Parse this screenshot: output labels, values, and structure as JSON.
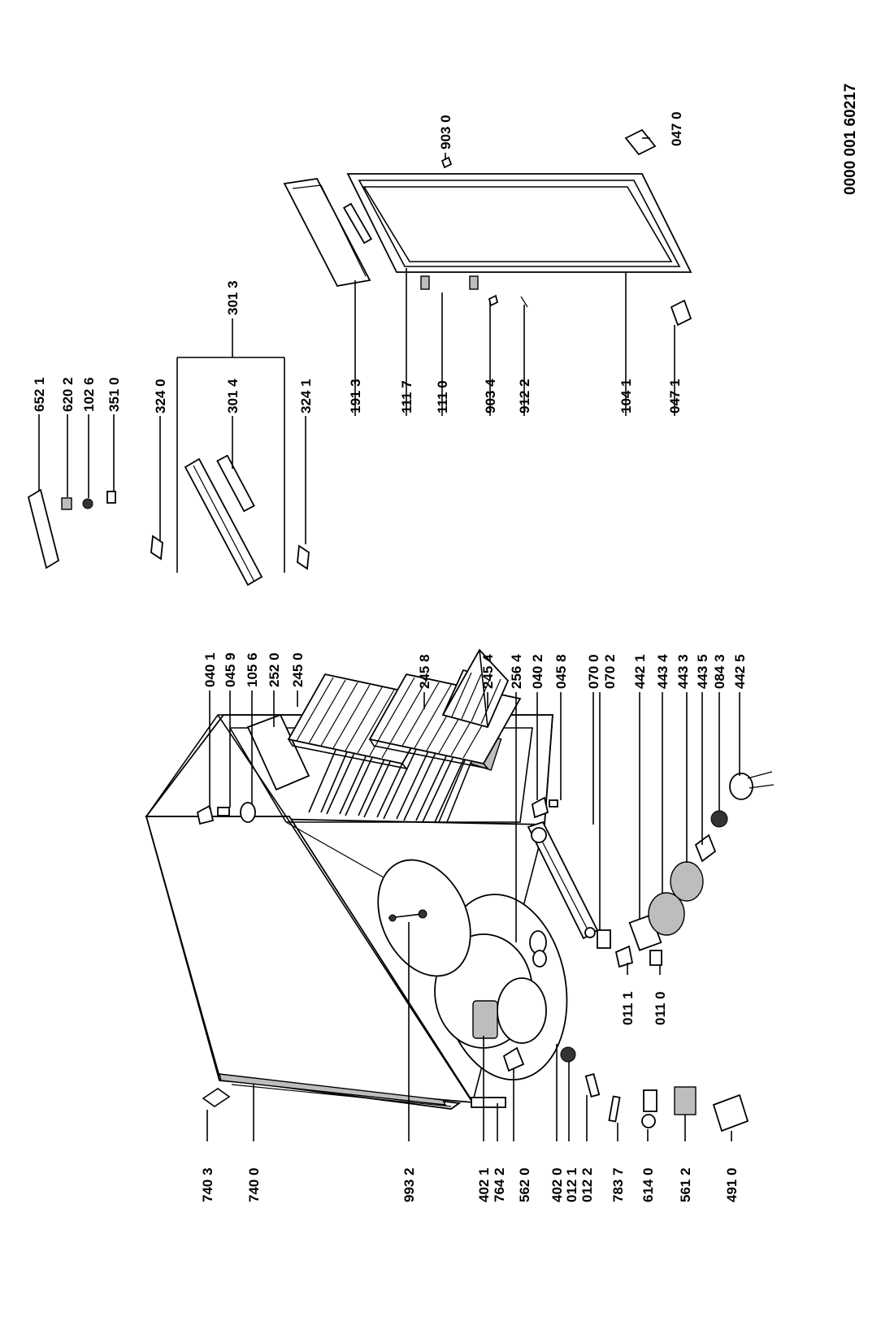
{
  "document_id": "0000 001 60217",
  "parts": {
    "p6521": "652 1",
    "p6202": "620 2",
    "p1026": "102 6",
    "p3510": "351 0",
    "p3240": "324 0",
    "p3014": "301 4",
    "p3241": "324 1",
    "p3013": "301 3",
    "p1913": "191 3",
    "p1117": "111 7",
    "p1110": "111 0",
    "p9034": "903 4",
    "p9122": "912 2",
    "p1041": "104 1",
    "p0471": "047 1",
    "p9030": "903 0",
    "p0470": "047 0",
    "p0401": "040 1",
    "p0459": "045 9",
    "p1056": "105 6",
    "p2520": "252 0",
    "p2450": "245 0",
    "p2458": "245 8",
    "p2454": "245 4",
    "p2564": "256 4",
    "p0402": "040 2",
    "p0458": "045 8",
    "p0700": "070 0",
    "p0702": "070 2",
    "p4421": "442 1",
    "p4434": "443 4",
    "p4433": "443 3",
    "p4435": "443 5",
    "p0843": "084 3",
    "p4425": "442 5",
    "p0111": "011 1",
    "p0110": "011 0",
    "p7403": "740 3",
    "p7400": "740 0",
    "p9932": "993 2",
    "p4021": "402 1",
    "p7642": "764 2",
    "p5620": "562 0",
    "p4020": "402 0",
    "p0121": "012 1",
    "p0122": "012 2",
    "p7837": "783 7",
    "p6140": "614 0",
    "p5612": "561 2",
    "p4910": "491 0"
  }
}
